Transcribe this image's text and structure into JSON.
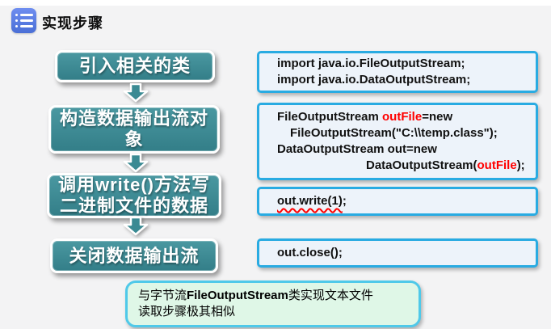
{
  "page": {
    "title": "实现步骤"
  },
  "steps": [
    {
      "label": "引入相关的类",
      "lines": [
        "引入相关的类"
      ]
    },
    {
      "label": "构造数据输出流对象",
      "lines": [
        "构造数据输出流对",
        "象"
      ]
    },
    {
      "label": "调用write()方法写二进制文件的数据",
      "lines": [
        "调用write()方法写",
        "二进制文件的数据"
      ]
    },
    {
      "label": "关闭数据输出流",
      "lines": [
        "关闭数据输出流"
      ]
    }
  ],
  "code_blocks": [
    {
      "title": "import-code",
      "lines": [
        {
          "indent": 0,
          "segments": [
            {
              "text": "import java.io.FileOutputStream;"
            }
          ]
        },
        {
          "indent": 0,
          "segments": [
            {
              "text": "import java.io.DataOutputStream;"
            }
          ]
        }
      ]
    },
    {
      "title": "stream-construction-code",
      "lines": [
        {
          "indent": 0,
          "segments": [
            {
              "text": "FileOutputStream "
            },
            {
              "text": "outFile",
              "color": "red"
            },
            {
              "text": "=new"
            }
          ]
        },
        {
          "indent": 1,
          "segments": [
            {
              "text": "FileOutputStream(\"C:\\\\temp.class\");"
            }
          ]
        },
        {
          "indent": 0,
          "segments": [
            {
              "text": "DataOutputStream out=new"
            }
          ]
        },
        {
          "indent": 2,
          "segments": [
            {
              "text": "DataOutputStream("
            },
            {
              "text": "outFile",
              "color": "red"
            },
            {
              "text": ");"
            }
          ]
        }
      ]
    },
    {
      "title": "write-code",
      "lines": [
        {
          "indent": 0,
          "segments": [
            {
              "text": "out.write(1)",
              "squiggle": true
            },
            {
              "text": ";"
            }
          ]
        }
      ]
    },
    {
      "title": "close-code",
      "lines": [
        {
          "indent": 0,
          "segments": [
            {
              "text": "out.close();"
            }
          ]
        }
      ]
    }
  ],
  "note": {
    "full_text": "与字节流FileOutputStream类实现文本文件读取步骤极其相似",
    "lines": [
      {
        "segments": [
          {
            "text": "与字节流"
          },
          {
            "text": "FileOutputStream",
            "bold": true
          },
          {
            "text": "类实现文本文件"
          }
        ]
      },
      {
        "segments": [
          {
            "text": "读取步骤极其相似"
          }
        ]
      }
    ]
  },
  "colors": {
    "step_fill": "#3A8A93",
    "step_fill_light": "#4A98A1",
    "step_fill_dark": "#337E88",
    "step_border": "#FFFFFF",
    "step_text": "#FFFFFF",
    "code_border": "#29ABE2",
    "code_bg": "#EDF3FA",
    "code_text": "#111111",
    "code_highlight": "#FF0000",
    "note_border": "#4FC9E9",
    "note_bg": "#DFF7E7",
    "header_icon": "#5A7DE2",
    "background": "#F3F3F4"
  }
}
